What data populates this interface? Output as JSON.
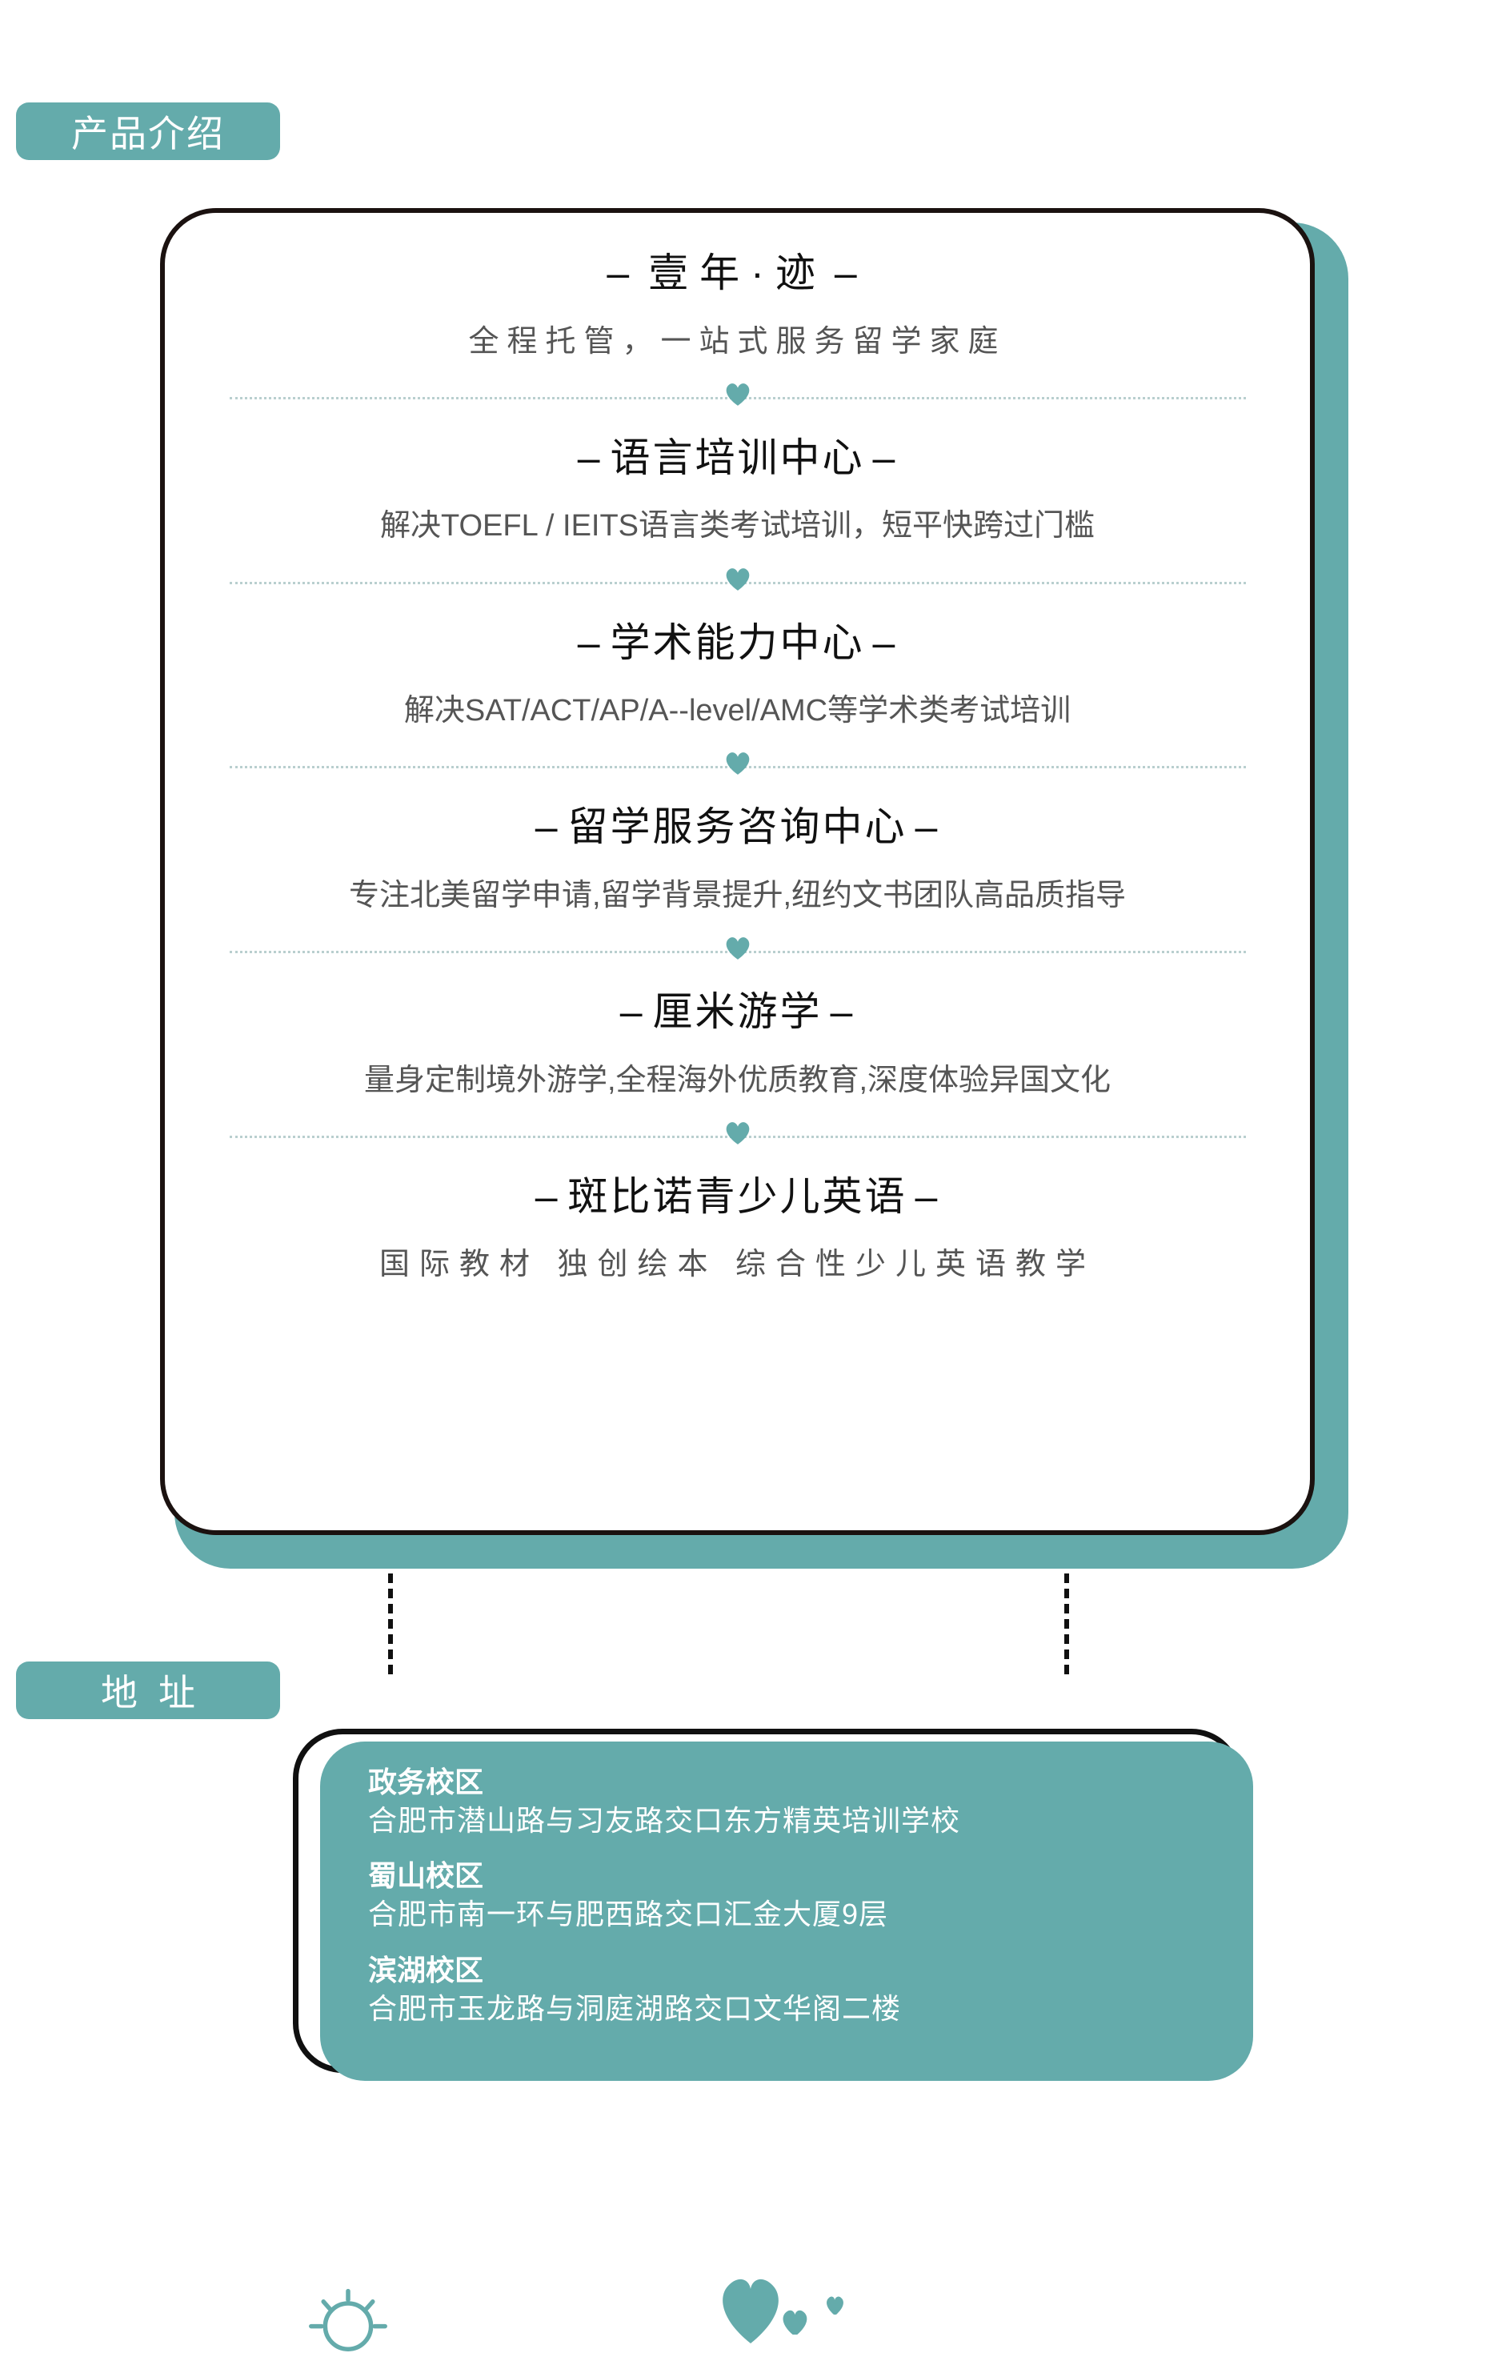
{
  "badges": {
    "product": "产品介绍",
    "address": "地址"
  },
  "products": [
    {
      "dash_left": "–",
      "title": "壹年·迹",
      "dash_right": "–",
      "subtitle": "全程托管，一站式服务留学家庭"
    },
    {
      "dash_left": "–",
      "title": "语言培训中心",
      "dash_right": "–",
      "subtitle": "解决TOEFL / IEITS语言类考试培训，短平快跨过门槛"
    },
    {
      "dash_left": "–",
      "title": "学术能力中心",
      "dash_right": "–",
      "subtitle": "解决SAT/ACT/AP/A--level/AMC等学术类考试培训"
    },
    {
      "dash_left": "–",
      "title": "留学服务咨询中心",
      "dash_right": "–",
      "subtitle": "专注北美留学申请,留学背景提升,纽约文书团队高品质指导"
    },
    {
      "dash_left": "–",
      "title": "厘米游学",
      "dash_right": "–",
      "subtitle": "量身定制境外游学,全程海外优质教育,深度体验异国文化"
    },
    {
      "dash_left": "–",
      "title": "斑比诺青少儿英语",
      "dash_right": "–",
      "subtitle": "国际教材 独创绘本 综合性少儿英语教学"
    }
  ],
  "addresses": [
    {
      "campus": "政务校区",
      "location": "合肥市潜山路与习友路交口东方精英培训学校"
    },
    {
      "campus": "蜀山校区",
      "location": "合肥市南一环与肥西路交口汇金大厦9层"
    },
    {
      "campus": "滨湖校区",
      "location": "合肥市玉龙路与洞庭湖路交口文华阁二楼"
    }
  ],
  "decorations": {
    "divider_icon": "heart-icon",
    "sun_icon": "sun-icon",
    "hearts_icon": "hearts-icon"
  },
  "colors": {
    "teal": "#64ABAB",
    "teal_light": "#b9cfcf",
    "outline": "#101010",
    "title_text": "#111111",
    "subtitle_text": "#555555",
    "card_bg": "#ffffff"
  }
}
